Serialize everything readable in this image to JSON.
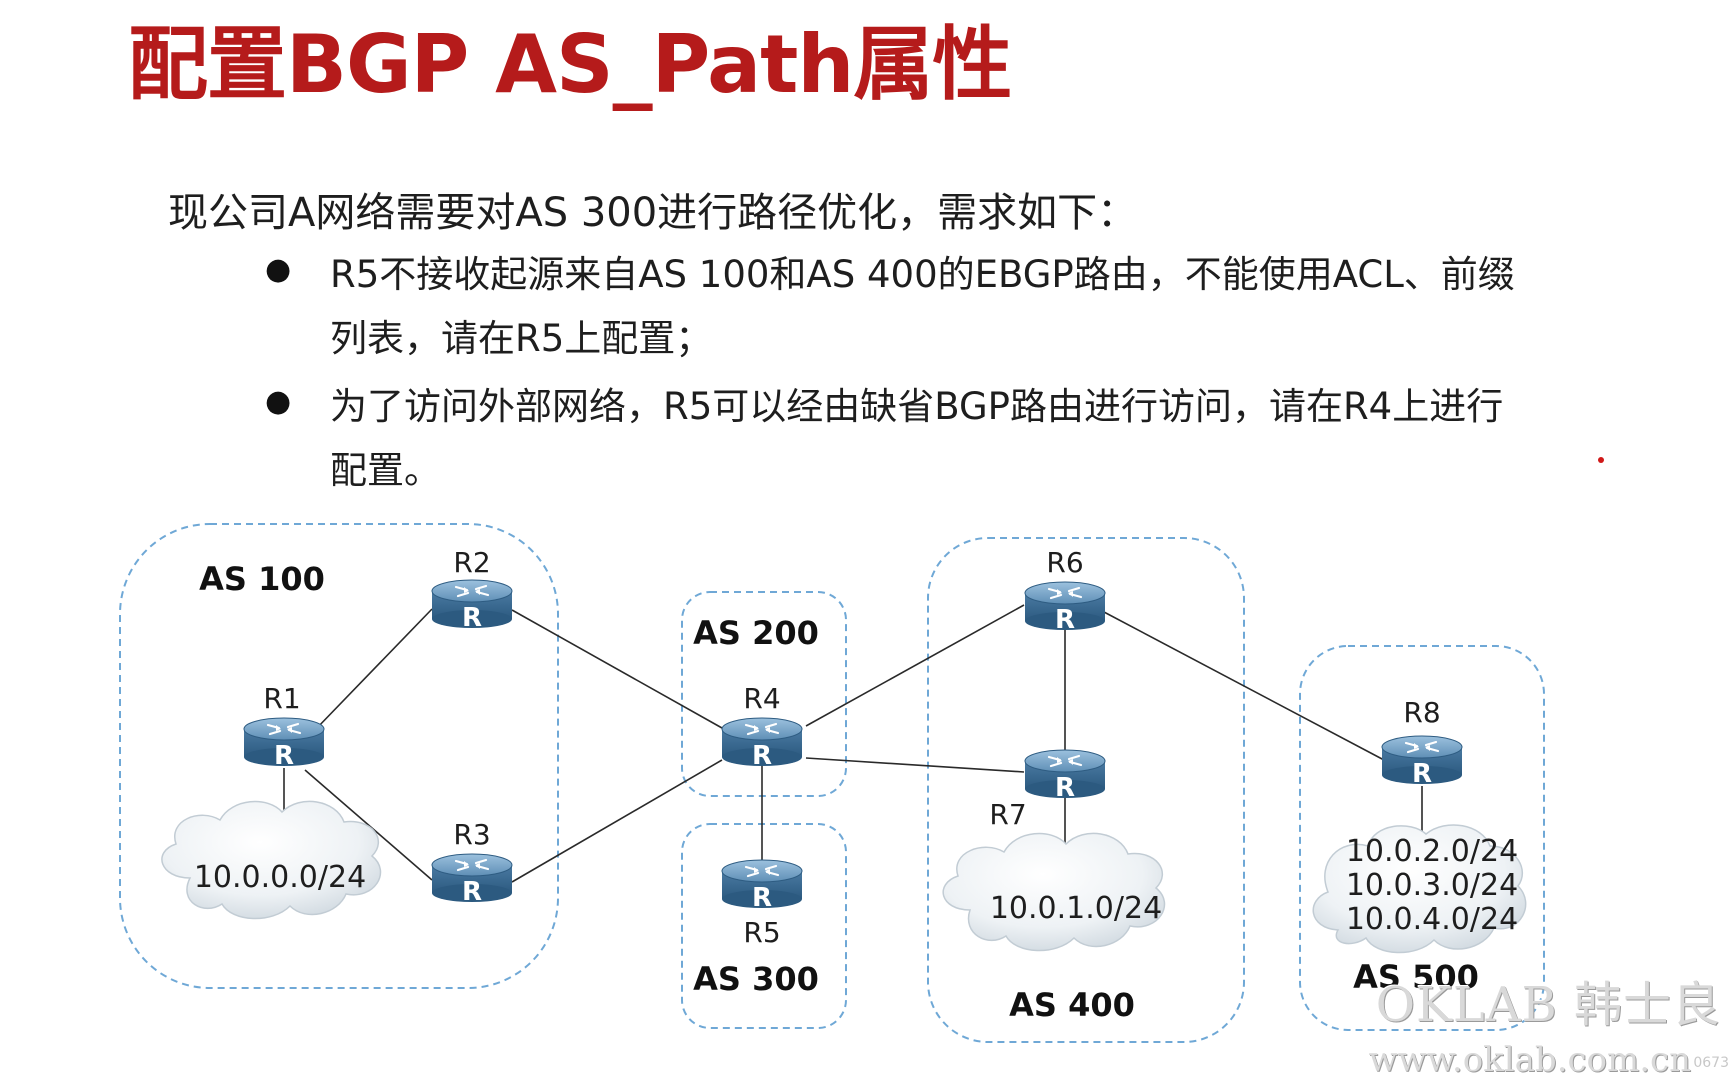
{
  "title": "配置BGP AS_Path属性",
  "intro": "现公司A网络需要对AS 300进行路径优化，需求如下：",
  "bullets": [
    {
      "marker": "●",
      "line1": "R5不接收起源来自AS 100和AS 400的EBGP路由，不能使用ACL、前缀",
      "line2": "列表，请在R5上配置；"
    },
    {
      "marker": "●",
      "line1": "为了访问外部网络，R5可以经由缺省BGP路由进行访问，请在R4上进行",
      "line2": "配置。"
    }
  ],
  "as_labels": {
    "as100": "AS 100",
    "as200": "AS 200",
    "as300": "AS 300",
    "as400": "AS 400",
    "as500": "AS 500"
  },
  "routers": {
    "r1": "R1",
    "r2": "R2",
    "r3": "R3",
    "r4": "R4",
    "r5": "R5",
    "r6": "R6",
    "r7": "R7",
    "r8": "R8"
  },
  "router_icon_letter": "R",
  "networks": {
    "as100_net": "10.0.0.0/24",
    "as400_net": "10.0.1.0/24",
    "as500_nets": [
      "10.0.2.0/24",
      "10.0.3.0/24",
      "10.0.4.0/24"
    ]
  },
  "watermark": {
    "brand": "OKLAB 韩士良",
    "url": "www.oklab.com.cn",
    "faint": "0673"
  },
  "colors": {
    "title": "#b51b1b",
    "router_body": "#3f6e96",
    "as_border": "#6fa8d6",
    "link": "#2a2a2a"
  }
}
